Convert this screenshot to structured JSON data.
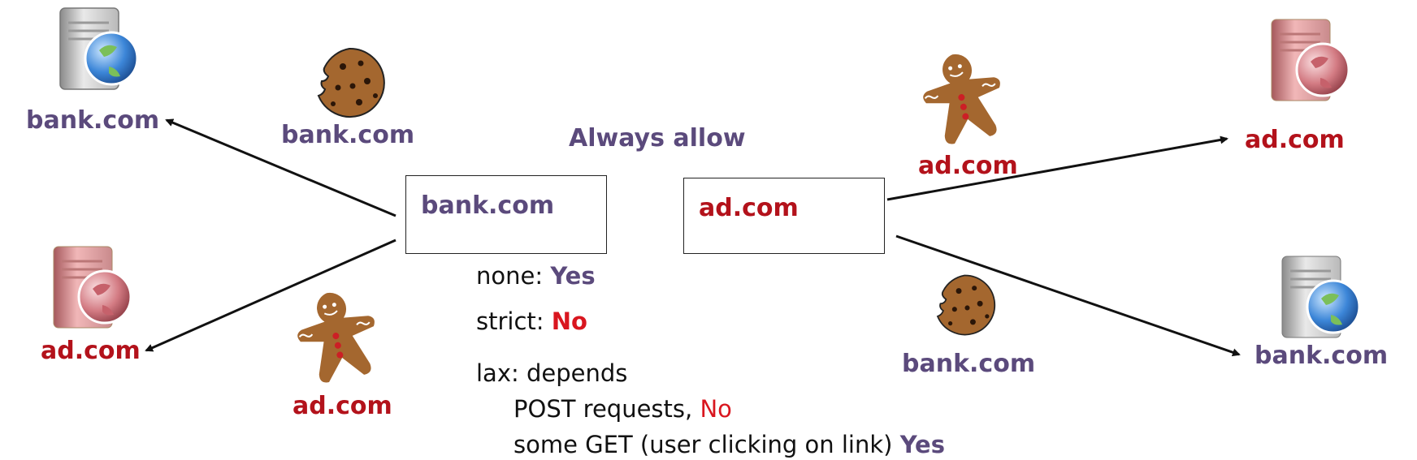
{
  "labels": {
    "top_left_server": "bank.com",
    "top_cookie": "bank.com",
    "center_title": "Always allow",
    "box_left": "bank.com",
    "box_right": "ad.com",
    "gingerbread_top": "ad.com",
    "top_right_server": "ad.com",
    "bottom_left_server": "ad.com",
    "gingerbread_bottom": "ad.com",
    "cookie_right": "bank.com",
    "bottom_right_server": "bank.com"
  },
  "policies": {
    "none_key": "none:",
    "none_val": "Yes",
    "strict_key": "strict:",
    "strict_val": "No",
    "lax_key": "lax: depends",
    "post_text": "POST requests,",
    "post_val": "No",
    "get_text": "some GET (user clicking on link)",
    "get_val": "Yes"
  },
  "colors": {
    "purple": "#5b4a7c",
    "red": "#b3121b",
    "policy_red": "#d9161f"
  },
  "icons": {
    "bank_server": "grey-server-globe-icon",
    "ad_server": "pink-server-globe-icon",
    "cookie": "chocolate-chip-cookie-icon",
    "gingerbread": "gingerbread-man-icon"
  }
}
